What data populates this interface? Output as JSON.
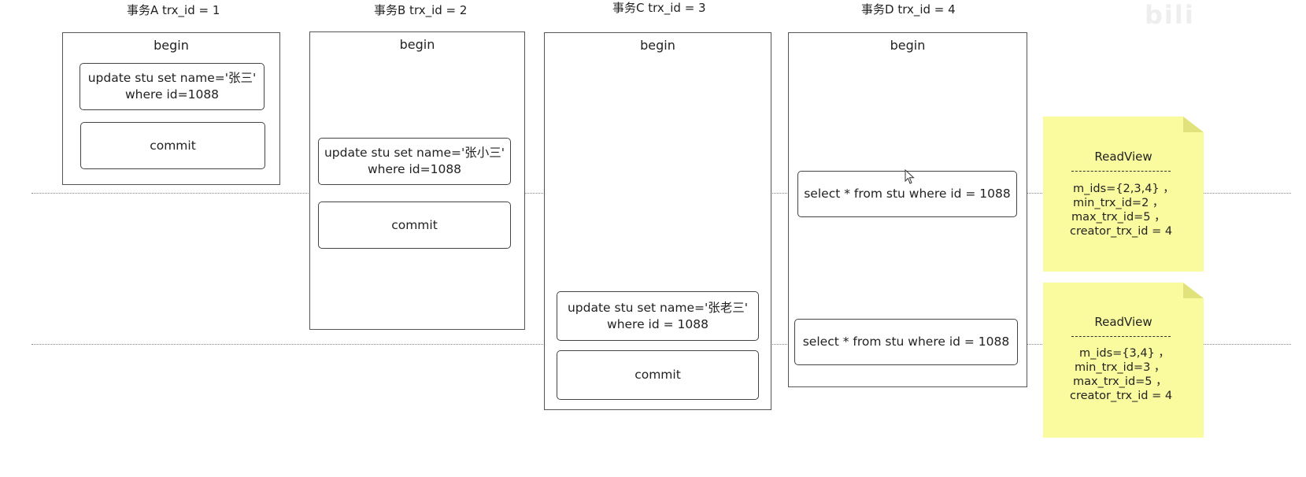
{
  "headers": {
    "a": "事务A trx_id = 1",
    "b": "事务B trx_id = 2",
    "c": "事务C trx_id = 3",
    "d": "事务D trx_id = 4"
  },
  "begin_label": "begin",
  "txn_a": {
    "update_line1": "update stu set name='张三'",
    "update_line2": "where id=1088",
    "commit": "commit"
  },
  "txn_b": {
    "update_line1": "update stu set name='张小三'",
    "update_line2": "where id=1088",
    "commit": "commit"
  },
  "txn_c": {
    "update_line1": "update stu set name='张老三'",
    "update_line2": "where id = 1088",
    "commit": "commit"
  },
  "txn_d": {
    "select1": "select * from stu where id = 1088",
    "select2": "select * from stu where id = 1088"
  },
  "readview1": {
    "title": "ReadView",
    "m_ids": "m_ids={2,3,4} ，",
    "min_trx_id": "min_trx_id=2  ，",
    "max_trx_id": "max_trx_id=5  ，",
    "creator_trx_id": "creator_trx_id = 4"
  },
  "readview2": {
    "title": "ReadView",
    "m_ids": "m_ids={3,4} ，",
    "min_trx_id": "min_trx_id=3  ，",
    "max_trx_id": "max_trx_id=5  ，",
    "creator_trx_id": "creator_trx_id = 4"
  },
  "watermark": "bili",
  "icons": {
    "cursor": "mouse-pointer-icon"
  },
  "colors": {
    "note_fill": "#fafa9e",
    "note_fold": "#e2e27c",
    "border": "#444444"
  }
}
